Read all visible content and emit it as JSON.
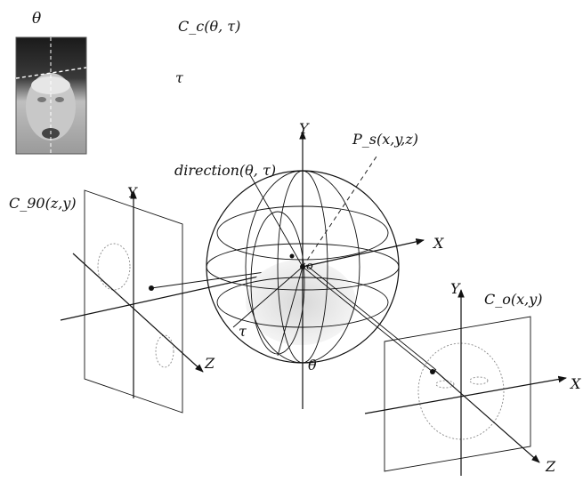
{
  "labels": {
    "theta_top": "θ",
    "camera_label": "C_c(θ, τ)",
    "tau_top": "τ",
    "y_axis_sphere": "Y",
    "point_label": "P_s(x,y,z)",
    "direction_label": "direction(θ, τ)",
    "left_plane_label": "C_90(z,y)",
    "left_plane_y": "Y",
    "sphere_x": "X",
    "origin": "o",
    "right_plane_y": "Y",
    "right_plane_label": "C_o(x,y)",
    "tau_angle": "τ",
    "theta_angle": "θ",
    "left_z": "Z",
    "right_x": "X",
    "right_z": "Z"
  }
}
